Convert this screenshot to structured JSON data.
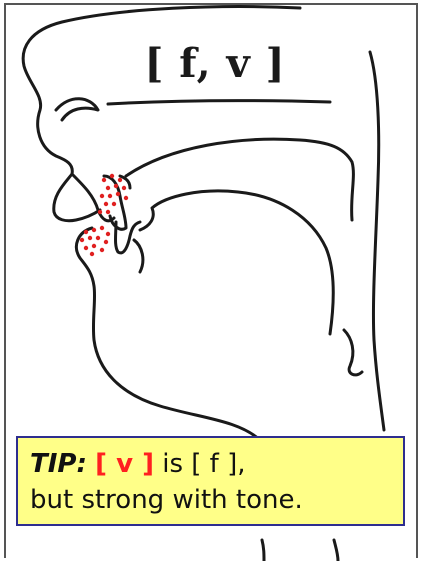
{
  "diagram": {
    "title": "[ f, v ]",
    "stipple_color": "#e02020",
    "line_color": "#1a1a1a"
  },
  "tip": {
    "lead": "TIP:",
    "sound": "[ v ]",
    "text_1": "is [ f ],",
    "text_2": "but strong with tone.",
    "background": "#ffff88",
    "border_color": "#2e2e8f",
    "accent_color": "#ff2020"
  }
}
